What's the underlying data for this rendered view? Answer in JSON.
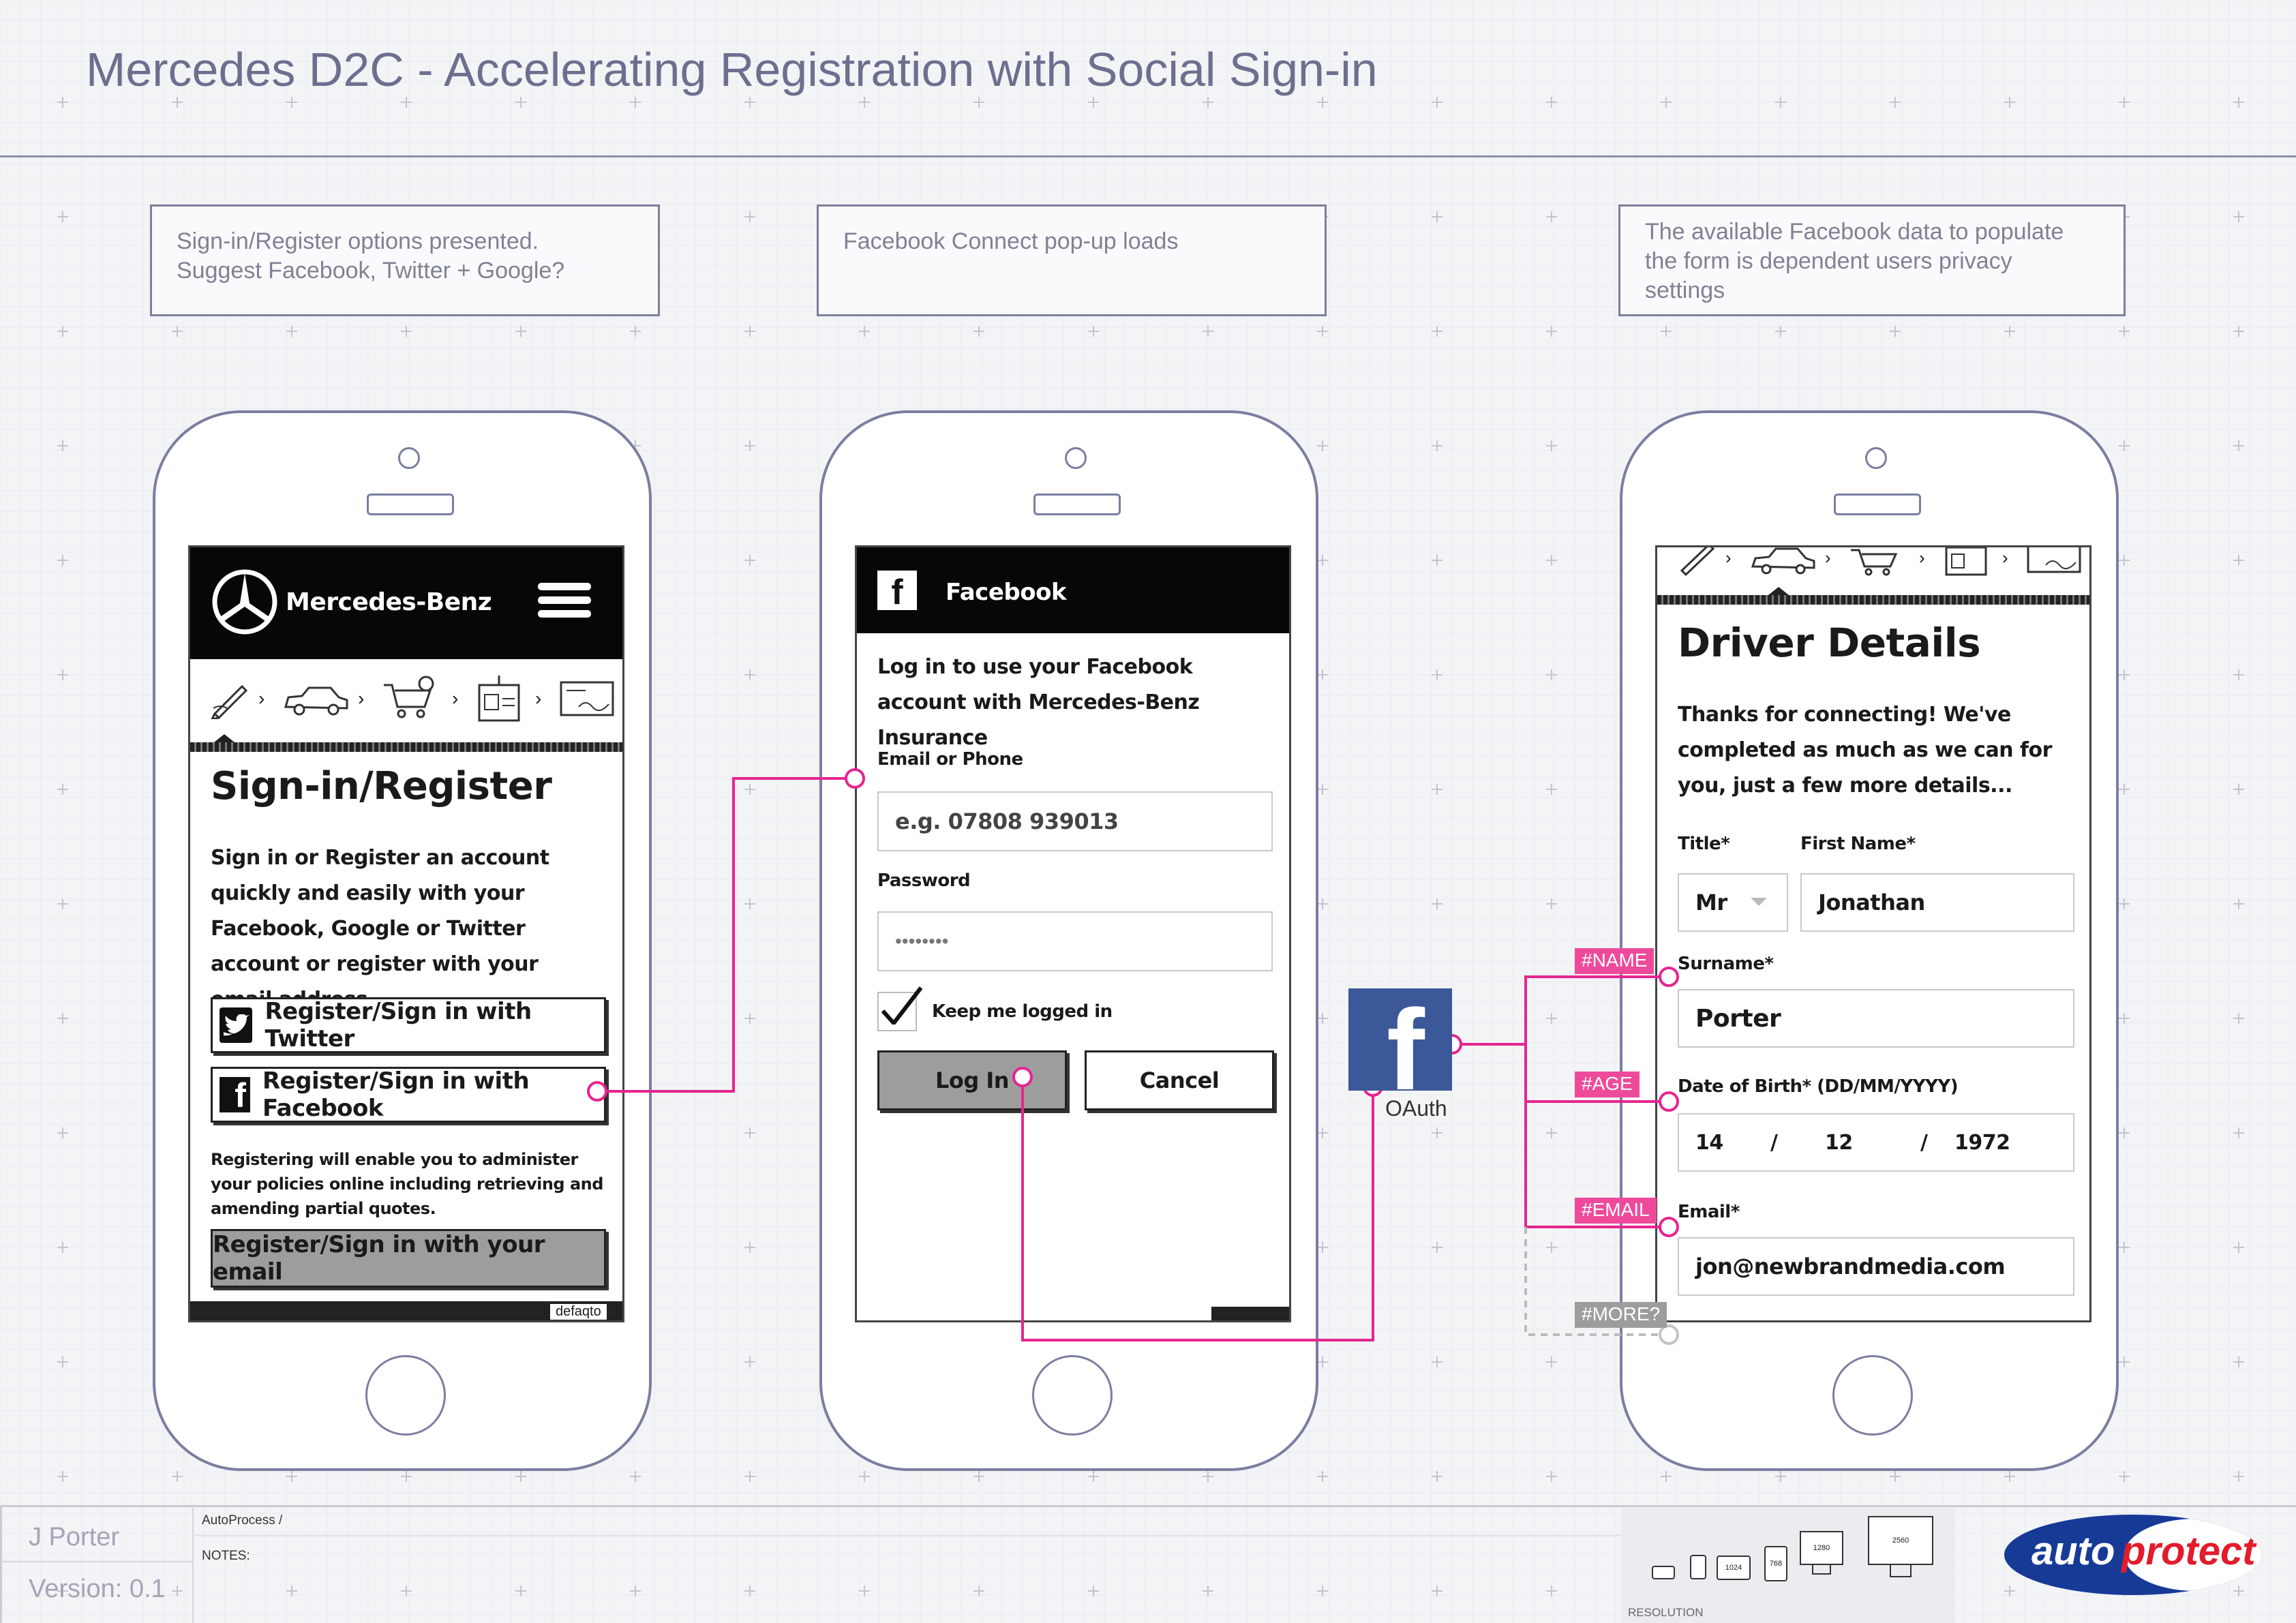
{
  "page": {
    "title": "Mercedes D2C - Accelerating Registration with Social Sign-in",
    "author": "J Porter",
    "version": "Version: 0.1",
    "process": "AutoProcess /",
    "notes_label": "NOTES:",
    "resolution_label": "RESOLUTION",
    "resolutions": [
      "1024",
      "768",
      "1280",
      "2560"
    ],
    "brand": {
      "part1": "auto",
      "part2": "protect"
    },
    "colors": {
      "accent": "#e6258e",
      "tag": "#ee4a9b",
      "frame": "#7b7ea0",
      "facebook": "#3b5998",
      "brand_blue": "#173a97",
      "brand_red": "#e31b2b"
    }
  },
  "notes": [
    "Sign-in/Register options presented.\nSuggest Facebook, Twitter + Google?",
    "Facebook Connect pop-up loads",
    "The available Facebook data to populate\nthe form is dependent users privacy\nsettings"
  ],
  "screen1": {
    "brand": "Mercedes-Benz",
    "heading": "Sign-in/Register",
    "intro": "Sign in or Register an account quickly and easily with your Facebook, Google or Twitter account or register with your email address.",
    "twitter_btn": "Register/Sign in with Twitter",
    "facebook_btn": "Register/Sign in with Facebook",
    "info": "Registering will enable you to administer your policies online including retrieving and amending partial quotes.",
    "email_btn": "Register/Sign in with your email",
    "footer_badge": "defaqto",
    "progress_icons": [
      "pen-icon",
      "car-icon",
      "cart-icon",
      "id-card-icon",
      "credit-card-icon"
    ]
  },
  "screen2": {
    "header": "Facebook",
    "intro": "Log in to use your Facebook account with Mercedes-Benz Insurance",
    "email_label": "Email or Phone",
    "email_placeholder": "e.g. 07808 939013",
    "password_label": "Password",
    "password_value": "••••••••",
    "keep_label": "Keep me logged in",
    "login_btn": "Log In",
    "cancel_btn": "Cancel"
  },
  "oauth": {
    "label": "OAuth"
  },
  "tags": {
    "name": "#NAME",
    "age": "#AGE",
    "email": "#EMAIL",
    "more": "#MORE?"
  },
  "screen3": {
    "heading": "Driver Details",
    "intro": "Thanks for connecting! We've completed as much as we can for you, just a few more details...",
    "title_label": "Title*",
    "title_value": "Mr",
    "first_label": "First Name*",
    "first_value": "Jonathan",
    "surname_label": "Surname*",
    "surname_value": "Porter",
    "dob_label": "Date of Birth* (DD/MM/YYYY)",
    "dob_day": "14",
    "dob_month": "12",
    "dob_year": "1972",
    "dob_sep": "/",
    "email_label": "Email*",
    "email_value": "jon@newbrandmedia.com"
  }
}
